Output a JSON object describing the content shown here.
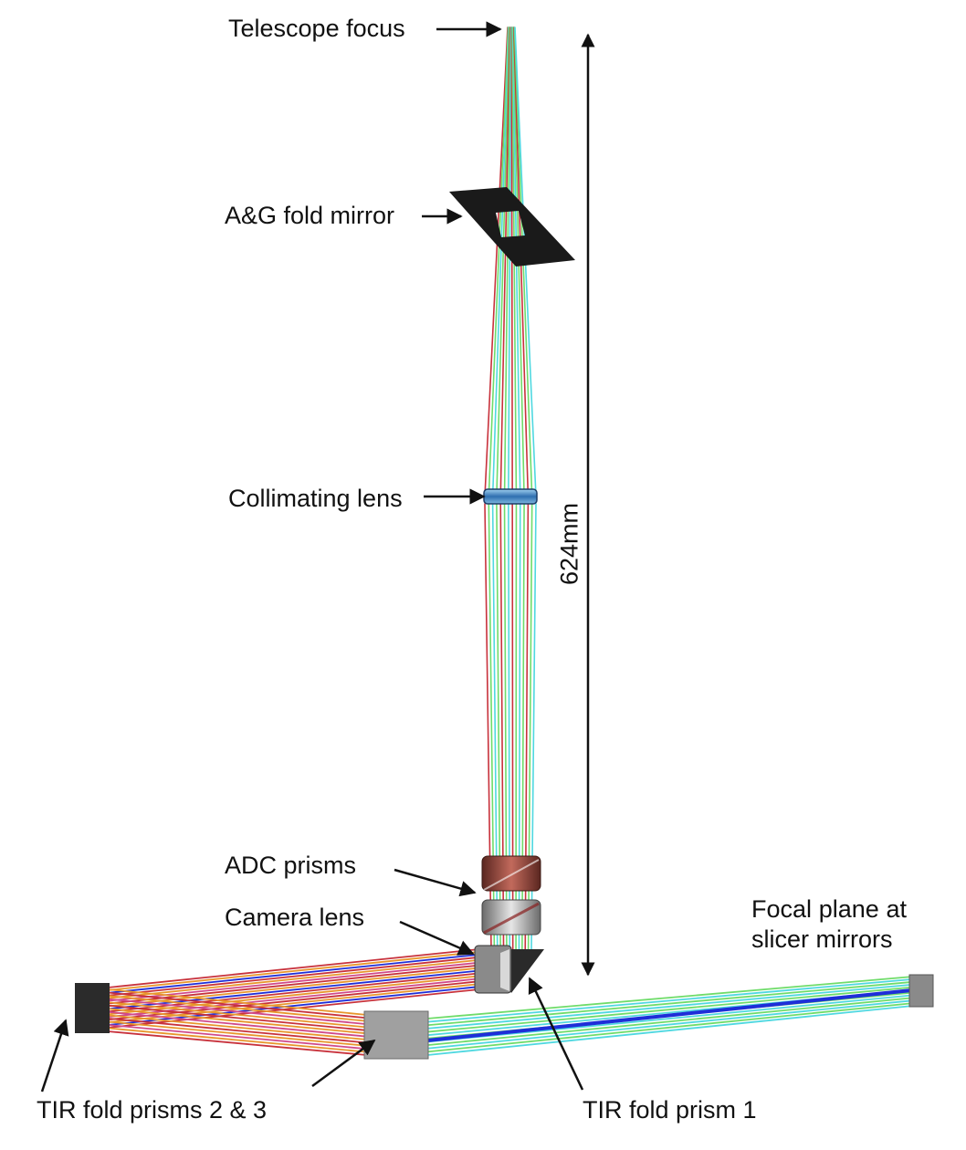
{
  "labels": {
    "telescope_focus": "Telescope focus",
    "ag_fold_mirror": "A&G fold mirror",
    "collimating_lens": "Collimating lens",
    "adc_prisms": "ADC prisms",
    "camera_lens": "Camera lens",
    "focal_plane_line1_word1": "Focal",
    "focal_plane_line1_word2": "plane",
    "focal_plane_line1_word3": "at",
    "focal_plane_line2": "slicer mirrors",
    "tir_fold_prisms_2_3": "TIR fold prisms 2 & 3",
    "tir_fold_prism_1": "TIR fold prism 1"
  },
  "dimension": {
    "length_label": "624mm"
  },
  "colors": {
    "ray_red": "#c8323c",
    "ray_green": "#6fdc6a",
    "ray_cyan": "#4fd8e0",
    "ray_blue": "#1e2ed8",
    "ray_orange": "#e8962c",
    "ray_magenta": "#d04a8a",
    "mirror_black": "#1a1a1a",
    "lens_blue": "#4a86c8",
    "adc_red": "#8a3a30",
    "prism_grey": "#9a9a9a",
    "camera_grey": "#b8b8b8"
  }
}
